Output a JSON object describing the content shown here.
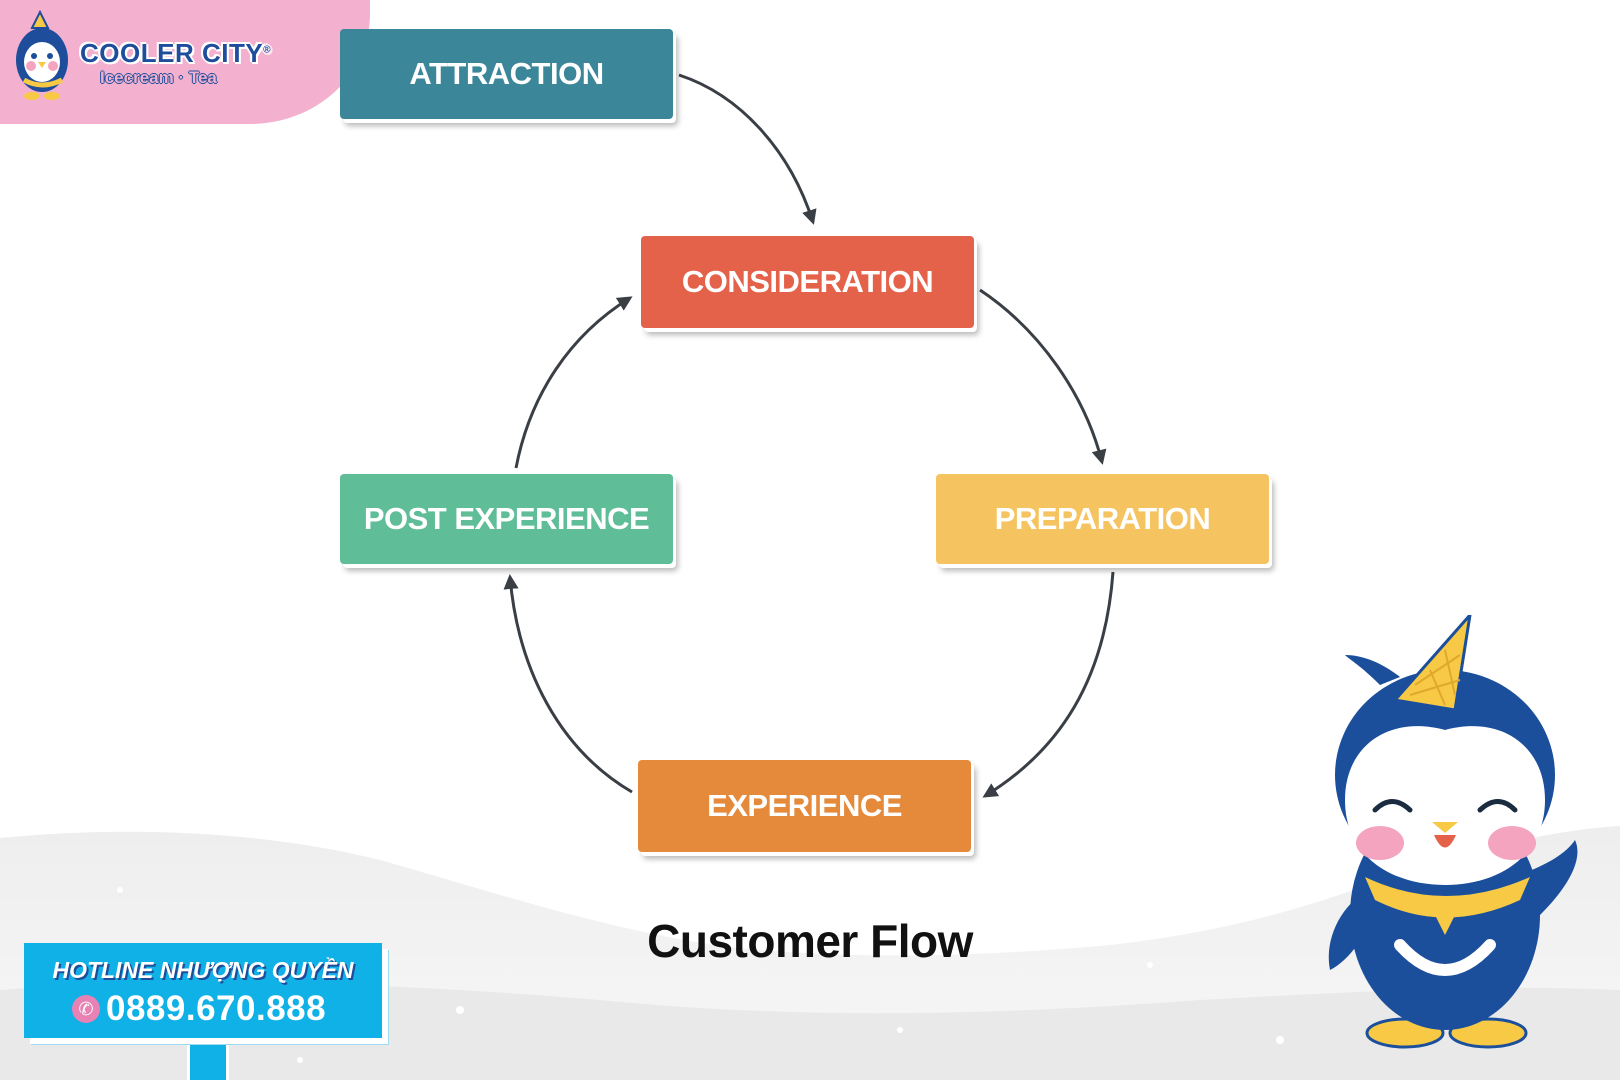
{
  "brand": {
    "name": "COOLER CITY",
    "registered_mark": "®",
    "tagline": "Icecream · Tea"
  },
  "diagram": {
    "title": "Customer Flow",
    "stages": [
      {
        "id": "attraction",
        "label": "ATTRACTION",
        "color": "#3b8799"
      },
      {
        "id": "consideration",
        "label": "CONSIDERATION",
        "color": "#e4614a"
      },
      {
        "id": "preparation",
        "label": "PREPARATION",
        "color": "#f5c35f"
      },
      {
        "id": "experience",
        "label": "EXPERIENCE",
        "color": "#e58a3b"
      },
      {
        "id": "post_experience",
        "label": "POST EXPERIENCE",
        "color": "#5fbd98"
      }
    ],
    "connections": [
      {
        "from": "ATTRACTION",
        "to": "CONSIDERATION"
      },
      {
        "from": "CONSIDERATION",
        "to": "PREPARATION"
      },
      {
        "from": "PREPARATION",
        "to": "EXPERIENCE"
      },
      {
        "from": "EXPERIENCE",
        "to": "POST EXPERIENCE"
      },
      {
        "from": "POST EXPERIENCE",
        "to": "CONSIDERATION"
      }
    ],
    "arrow_color": "#3a3f45"
  },
  "hotline": {
    "label": "HOTLINE NHƯỢNG QUYỀN",
    "phone": "0889.670.888",
    "icon": "phone-icon"
  },
  "mascot": {
    "icon": "penguin-mascot",
    "body_color": "#1b4f9c",
    "hat_color": "#f7c945",
    "scarf_color": "#f7c945",
    "cheek_color": "#f4a4bf"
  }
}
